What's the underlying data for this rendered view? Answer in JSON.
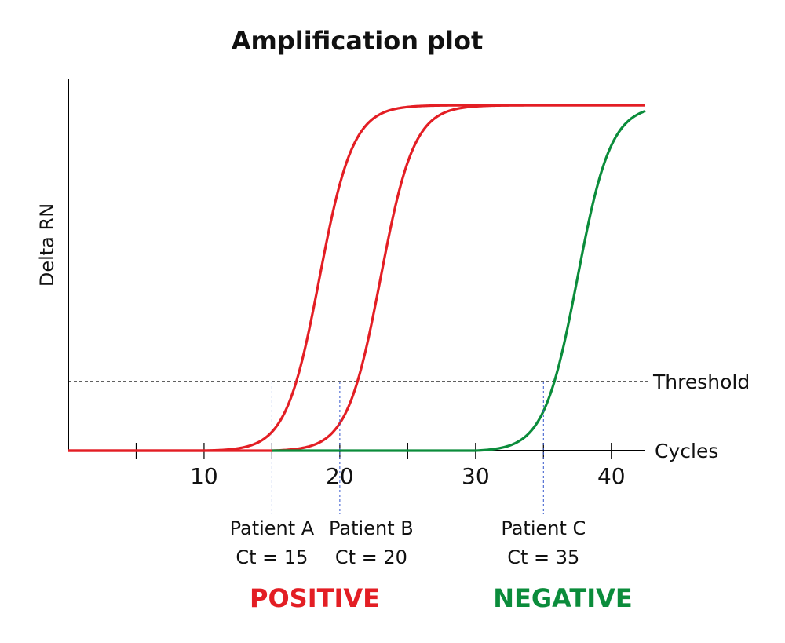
{
  "chart_data": {
    "type": "line",
    "title": "Amplification plot",
    "ylabel": "Delta RN",
    "xlabel": "Cycles",
    "xlim": [
      0,
      42.5
    ],
    "ylim": [
      0,
      1
    ],
    "x_ticks": [
      5,
      10,
      15,
      20,
      25,
      30,
      35,
      40
    ],
    "x_tick_labels": [
      {
        "x": 10,
        "label": "10"
      },
      {
        "x": 20,
        "label": "20"
      },
      {
        "x": 30,
        "label": "30"
      },
      {
        "x": 40,
        "label": "40"
      }
    ],
    "threshold": {
      "y": 0.2,
      "label": "Threshold"
    },
    "series": [
      {
        "color": "#e31e24",
        "start": 10,
        "mid": 18.5,
        "plateau": 1.0
      },
      {
        "color": "#e31e24",
        "start": 15,
        "mid": 23.0,
        "plateau": 1.0
      },
      {
        "color": "#0b8c3b",
        "start": 30,
        "mid": 37.5,
        "plateau": 1.0,
        "flat_from": 15
      }
    ],
    "annotations": [
      {
        "x": 15,
        "lines": [
          "Patient A",
          "Ct = 15"
        ]
      },
      {
        "x": 20,
        "lines": [
          "Patient B",
          "Ct = 20"
        ]
      },
      {
        "x": 35,
        "lines": [
          "Patient C",
          "Ct = 35"
        ]
      }
    ],
    "verdicts": [
      {
        "label": "POSITIVE",
        "color": "#e31e24"
      },
      {
        "label": "NEGATIVE",
        "color": "#0b8c3b"
      }
    ],
    "grid": false
  }
}
